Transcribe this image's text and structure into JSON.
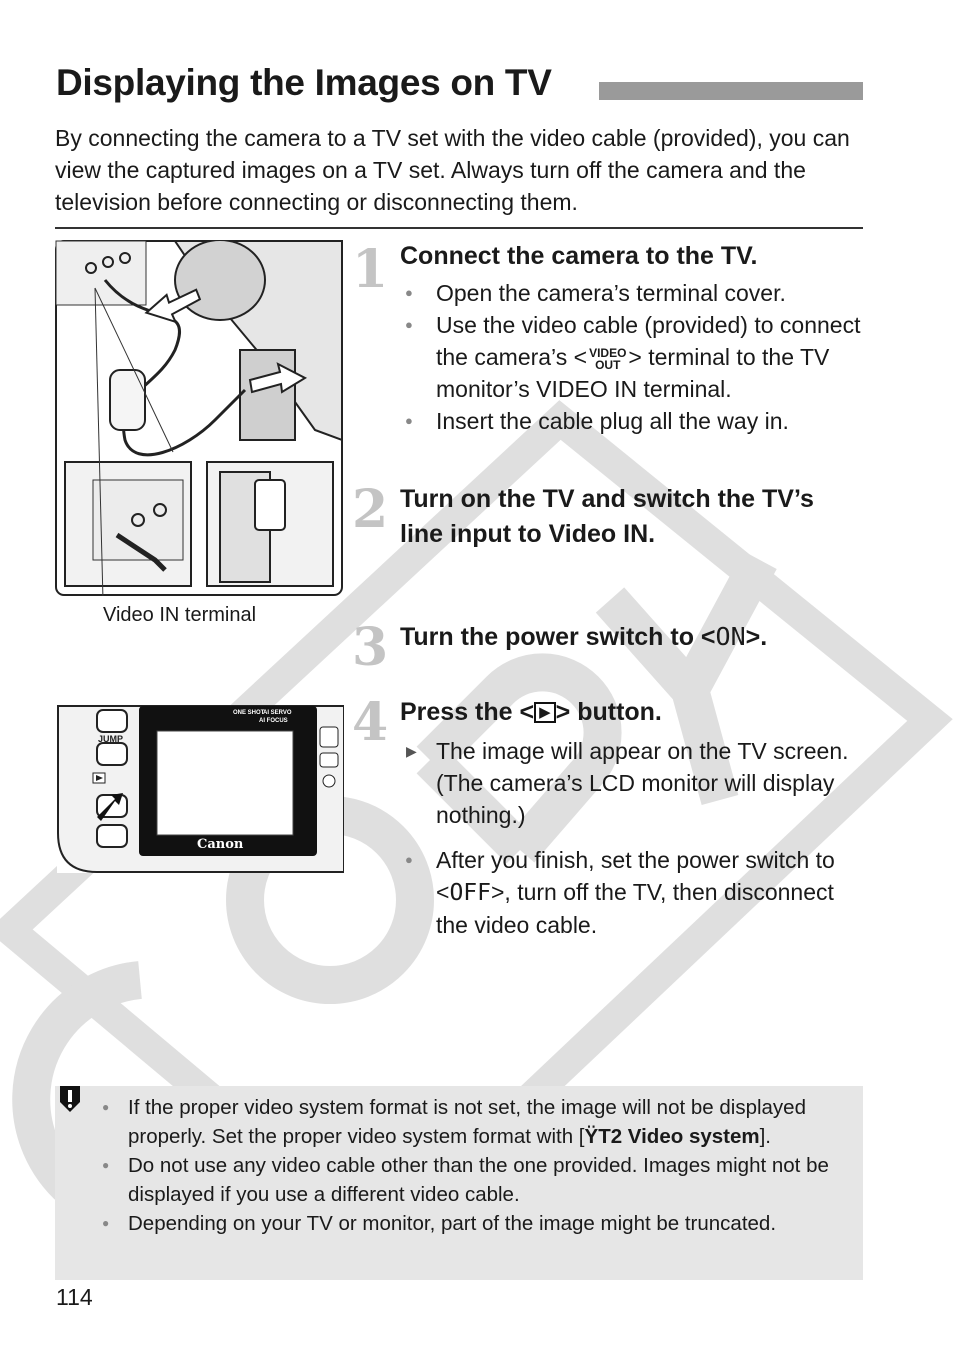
{
  "title": "Displaying the Images on TV",
  "intro": "By connecting the camera to a TV set with the video cable (provided), you can view the captured images on a TV set. Always turn off the camera and the television before connecting or disconnecting them.",
  "figure1_caption": "Video IN terminal",
  "figure2_brand": "Canon",
  "figure2_labels": {
    "jump": "JUMP",
    "one_shot": "ONE SHOT",
    "ai_servo": "AI SERVO",
    "ai_focus": "AI FOCUS"
  },
  "steps": [
    {
      "number": "1",
      "title": "Connect the camera to the TV.",
      "bullets": [
        "Open the camera’s terminal cover.",
        {
          "before": "Use the video cable (provided) to connect the camera’s <",
          "icon_top": "VIDEO",
          "icon_bottom": "OUT",
          "after": "> terminal to the TV monitor’s VIDEO IN terminal."
        },
        "Insert the cable plug all the way in."
      ]
    },
    {
      "number": "2",
      "title": "Turn on the TV and switch the TV’s line input to Video IN."
    },
    {
      "number": "3",
      "title_before": "Turn the power switch to <",
      "title_symbol": "ON",
      "title_after": ">."
    },
    {
      "number": "4",
      "title_before": "Press the <",
      "title_symbol": "▶",
      "title_after": "> button.",
      "result": "The image will appear on the TV screen. (The camera’s LCD monitor will display nothing.)",
      "bullet_before": "After you finish, set the power switch to <",
      "bullet_symbol": "OFF",
      "bullet_after": ">, turn off the TV, then disconnect the video cable."
    }
  ],
  "caution": {
    "icon": "caution-icon",
    "items": [
      {
        "before": "If the proper video system format is not set, the image will not be displayed properly. Set the proper video system format with [",
        "menu": "ŸT2 Video system",
        "after": "]."
      },
      "Do not use any video cable other than the one provided. Images might not be displayed if you use a different video cable.",
      "Depending on your TV or monitor, part of the image might be truncated."
    ]
  },
  "watermark": "COPY",
  "page_number": "114"
}
